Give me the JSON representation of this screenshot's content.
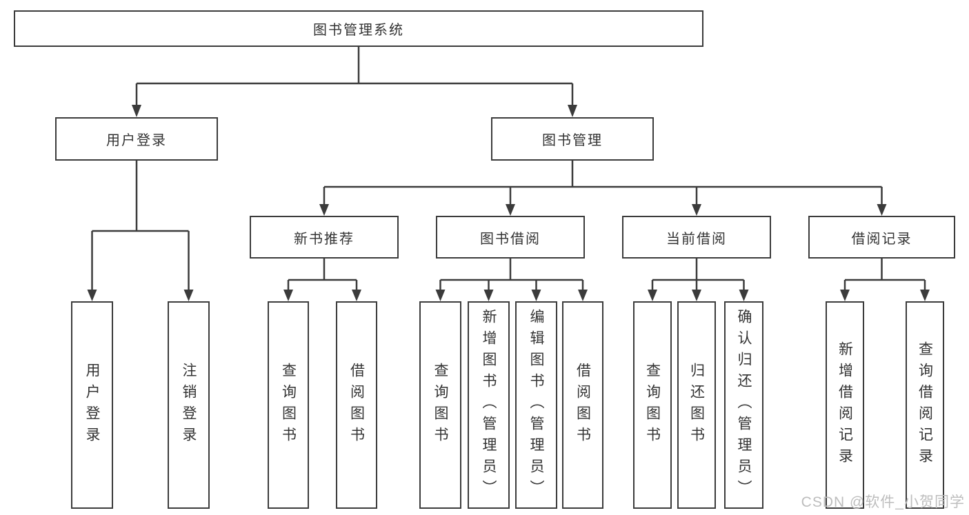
{
  "tree": {
    "root": {
      "id": "library-management-system",
      "label": "图书管理系统"
    },
    "level2": [
      {
        "id": "user-login",
        "label": "用户登录",
        "parent": "library-management-system"
      },
      {
        "id": "book-management",
        "label": "图书管理",
        "parent": "library-management-system"
      }
    ],
    "level3": [
      {
        "id": "new-book-recommend",
        "label": "新书推荐",
        "parent": "book-management"
      },
      {
        "id": "book-borrowing",
        "label": "图书借阅",
        "parent": "book-management"
      },
      {
        "id": "current-borrowing",
        "label": "当前借阅",
        "parent": "book-management"
      },
      {
        "id": "borrowing-records",
        "label": "借阅记录",
        "parent": "book-management"
      }
    ],
    "leaves": [
      {
        "id": "user-login-leaf",
        "label": "用户登录",
        "parent": "user-login"
      },
      {
        "id": "logout",
        "label": "注销登录",
        "parent": "user-login"
      },
      {
        "id": "query-books-recommend",
        "label": "查询图书",
        "parent": "new-book-recommend"
      },
      {
        "id": "borrow-books-recommend",
        "label": "借阅图书",
        "parent": "new-book-recommend"
      },
      {
        "id": "query-books-borrowing",
        "label": "查询图书",
        "parent": "book-borrowing"
      },
      {
        "id": "add-books-admin",
        "label": "新增图书（管理员）",
        "parent": "book-borrowing"
      },
      {
        "id": "edit-books-admin",
        "label": "编辑图书（管理员）",
        "parent": "book-borrowing"
      },
      {
        "id": "borrow-books",
        "label": "借阅图书",
        "parent": "book-borrowing"
      },
      {
        "id": "query-books-current",
        "label": "查询图书",
        "parent": "current-borrowing"
      },
      {
        "id": "return-books",
        "label": "归还图书",
        "parent": "current-borrowing"
      },
      {
        "id": "confirm-return-admin",
        "label": "确认归还（管理员）",
        "parent": "current-borrowing"
      },
      {
        "id": "add-borrowing-record",
        "label": "新增借阅记录",
        "parent": "borrowing-records"
      },
      {
        "id": "query-borrowing-record",
        "label": "查询借阅记录",
        "parent": "borrowing-records"
      }
    ]
  },
  "watermark": "CSDN @软件_小贺同学",
  "colors": {
    "line": "#3b3b3b",
    "text": "#333333",
    "background": "#ffffff",
    "watermark": "#bdbdbd"
  }
}
